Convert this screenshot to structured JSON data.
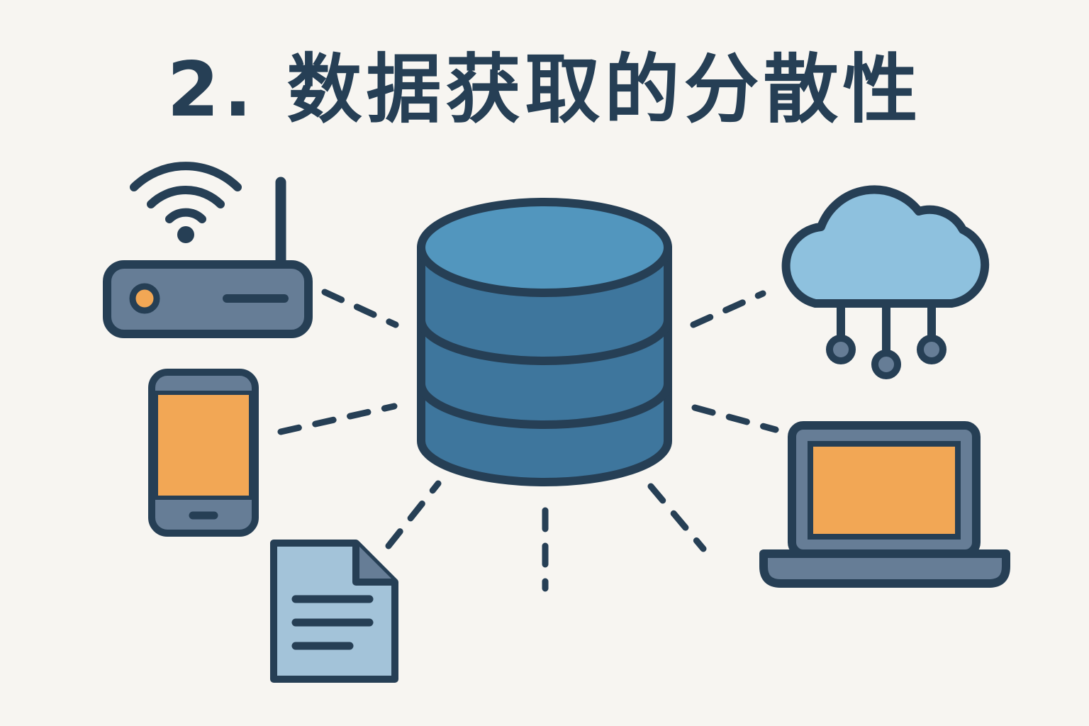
{
  "title": "2. 数据获取的分散性",
  "colors": {
    "background": "#f7f5f1",
    "outline": "#263f55",
    "database_top": "#5296be",
    "database_body": "#3e769d",
    "device_gray": "#667d96",
    "screen_orange": "#f2a755",
    "cloud_blue": "#8ec1de",
    "document_blue": "#a3c3d9",
    "indicator_orange": "#f2a755"
  },
  "nodes": [
    {
      "id": "database",
      "icon": "database-icon"
    },
    {
      "id": "router",
      "icon": "wifi-router-icon"
    },
    {
      "id": "phone",
      "icon": "smartphone-icon"
    },
    {
      "id": "document",
      "icon": "document-icon"
    },
    {
      "id": "cloud",
      "icon": "cloud-network-icon"
    },
    {
      "id": "laptop",
      "icon": "laptop-icon"
    }
  ]
}
